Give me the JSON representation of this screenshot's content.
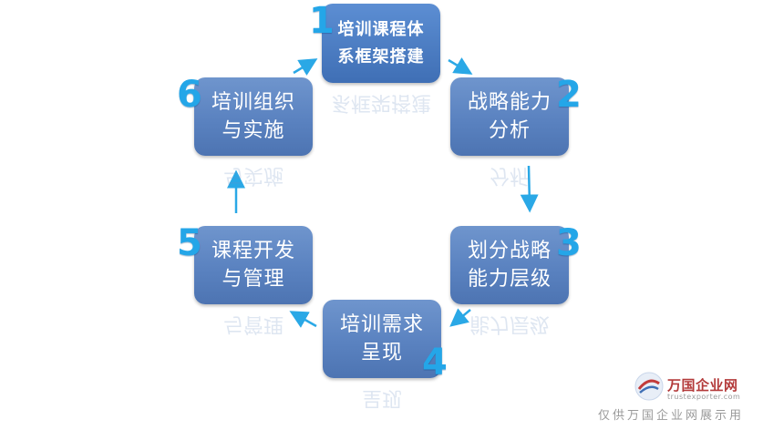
{
  "steps": [
    {
      "number": "1",
      "line1": "培训课程体",
      "line2": "系框架搭建"
    },
    {
      "number": "2",
      "line1": "战略能力",
      "line2": "分析"
    },
    {
      "number": "3",
      "line1": "划分战略",
      "line2": "能力层级"
    },
    {
      "number": "4",
      "line1": "培训需求",
      "line2": "呈现"
    },
    {
      "number": "5",
      "line1": "课程开发",
      "line2": "与管理"
    },
    {
      "number": "6",
      "line1": "培训组织",
      "line2": "与实施"
    }
  ],
  "watermark": {
    "title": "万国企业网",
    "url": "trustexporter.com",
    "note": "仅供万国企业网展示用"
  },
  "colors": {
    "box": "#5a82c0",
    "number": "#24a6e8",
    "arrow": "#2aa8e6"
  }
}
